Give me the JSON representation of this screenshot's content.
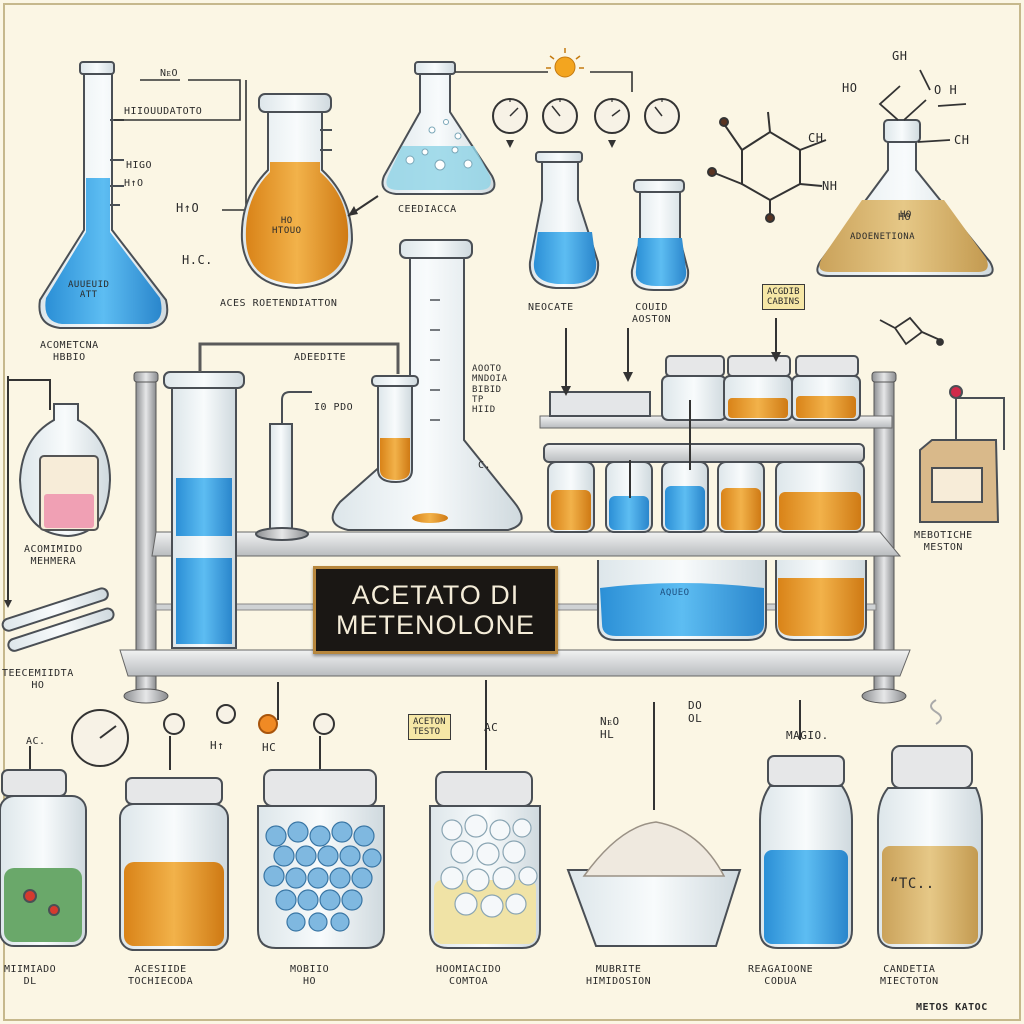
{
  "title": {
    "line1": "ACETATO DI",
    "line2": "METENOLONE"
  },
  "corner_text": "METOS KATOC",
  "labels": {
    "flask_left": "ACOMETCNA\nHBBIO",
    "flask_left_inner": "AUUEUID\nATT",
    "tube_top_label": "HIIOUUDATOTO",
    "formula_nio": "NᴇO",
    "formula_hio": "H↑O",
    "formula_hio2": "HIGO",
    "formula_hc": "H.C.",
    "orange_flask": "ACES ROETENDIATTON",
    "orange_flask_inner": "HO\nHTOUO",
    "ceediacca": "CEEDIACCA",
    "nodecate": "NEOCATE",
    "cond_aston": "COUID\nAOSTON",
    "cone_right": "ADOENETIONA",
    "cone_right_inner": "HO",
    "chem_ch": "CH",
    "chem_ho_oh": "HO",
    "chem_ch2": "CH",
    "chem_nh": "NH",
    "chem_oh": "O  H",
    "chem_gh": "GH",
    "sho_tag": "ACGDIB\nCABINS",
    "adendite": "ADEEDITE",
    "right_meaning": "MEBOTICHE\nMESTON",
    "left_round": "ACOMIMIDO\nMEHMERA",
    "thermo": "TEECEMIIDTA\nHO",
    "adonm": "AOOTO\nMNDOIA\nBIBID\nTP\nHIID",
    "ionpo": "I0 PDO",
    "small_c": "C.",
    "ac_left": "AC.",
    "nm_bottom": "NᴇO\nHL",
    "do_ol": "DO\nOL",
    "ac_mid": "AC",
    "hc_small": "HC",
    "hi_mark": "H↑",
    "magic": "MAGIO.",
    "aqueous": "AQUEO",
    "bottom_1": "MIIMIADO\nDL",
    "bottom_2": "ACESIIDE\nTOCHIECODA",
    "bottom_3": "MOBIIO\nHO",
    "bottom_4": "HOOMIACIDO\nCOMTOA",
    "bottom_5": "MUBRITE\nHIMIDOSION",
    "bottom_6": "REAGAIOONE\nCODUA",
    "bottom_7": "CANDETIA\nMIECTOTON",
    "jar6_label": "“TC..",
    "tag_mid": "ACETON\nTESTO",
    "tag_ho": "HO"
  },
  "colors": {
    "blue": "#3fa9e8",
    "orange": "#e89a2c",
    "tan": "#d8b56a",
    "glass": "#eef3f5",
    "plate_border": "#b7873d",
    "paper": "#fbf6e4"
  }
}
